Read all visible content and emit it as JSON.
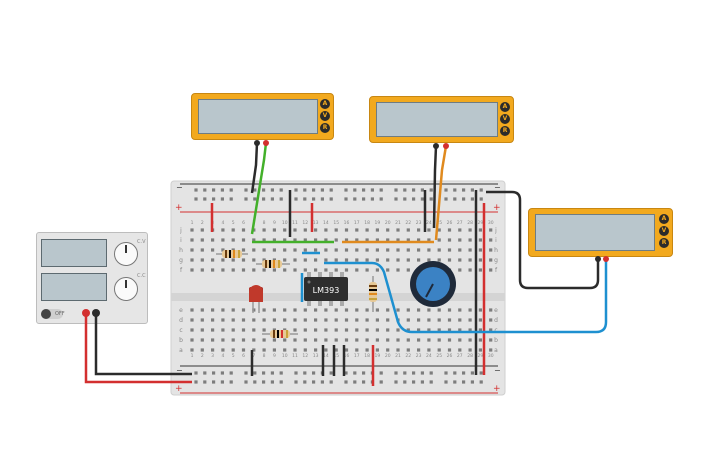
{
  "chip": {
    "label": "LM393"
  },
  "multimeters": [
    {
      "buttons": [
        "A",
        "V",
        "R"
      ]
    },
    {
      "buttons": [
        "A",
        "V",
        "R"
      ]
    },
    {
      "buttons": [
        "A",
        "V",
        "R"
      ]
    }
  ],
  "power_supply": {
    "switch_label": "OFF",
    "current_label": "C.V",
    "voltage_label": "C.C"
  },
  "breadboard": {
    "rail_plus": "+",
    "rail_minus": "−",
    "row_letters_top": [
      "j",
      "i",
      "h",
      "g",
      "f"
    ],
    "row_letters_bottom": [
      "e",
      "d",
      "c",
      "b",
      "a"
    ],
    "column_numbers": [
      "1",
      "2",
      "3",
      "4",
      "5",
      "6",
      "7",
      "8",
      "9",
      "10",
      "11",
      "12",
      "13",
      "14",
      "15",
      "16",
      "17",
      "18",
      "19",
      "20",
      "21",
      "22",
      "23",
      "24",
      "25",
      "26",
      "27",
      "28",
      "29",
      "30"
    ]
  },
  "colors": {
    "multimeter_body": "#f2a91e",
    "wire_red": "#d32f2f",
    "wire_black": "#2b2b2b",
    "wire_green": "#43b02a",
    "wire_orange": "#e08a1e",
    "wire_blue": "#1e90d0",
    "led_red": "#c0392b",
    "potentiometer_blue": "#3b82c4"
  }
}
